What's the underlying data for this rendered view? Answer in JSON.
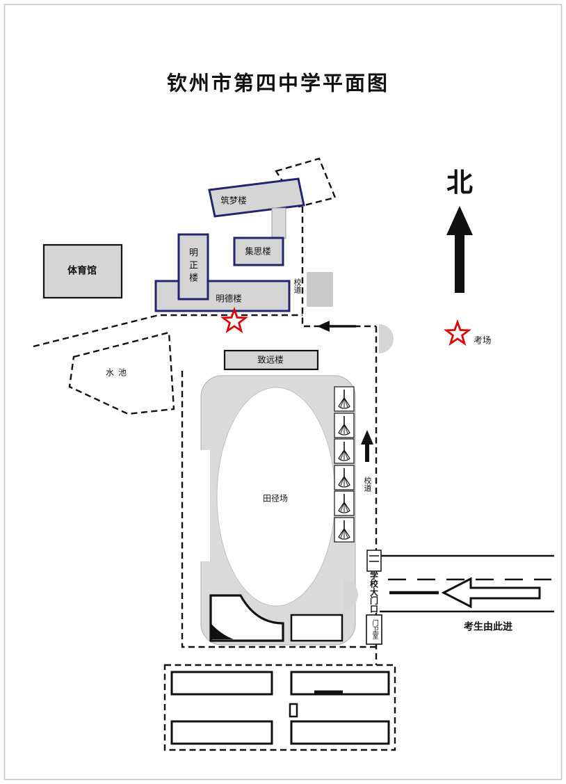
{
  "title": "钦州市第四中学平面图",
  "compass": {
    "north": "北"
  },
  "buildings": {
    "zhumeng": "筑梦楼",
    "gym": "体育馆",
    "mingzheng": "明正楼",
    "jisi": "集思楼",
    "mingde": "明德楼",
    "zhiyuan": "致远楼",
    "pond": "水池",
    "track": "田径场"
  },
  "roads": {
    "campus_road_upper": "校道",
    "campus_road_lower": "校道"
  },
  "gate": {
    "main_gate": "学校大门口",
    "guard_room": "门卫室"
  },
  "annotations": {
    "exam_site": "考场",
    "entry_note": "考生由此进"
  },
  "colors": {
    "navy": "#23236e",
    "red": "#e00000",
    "building_gray": "#d5d5d5",
    "light_gray": "#cacaca",
    "track_gray": "#dadada"
  }
}
